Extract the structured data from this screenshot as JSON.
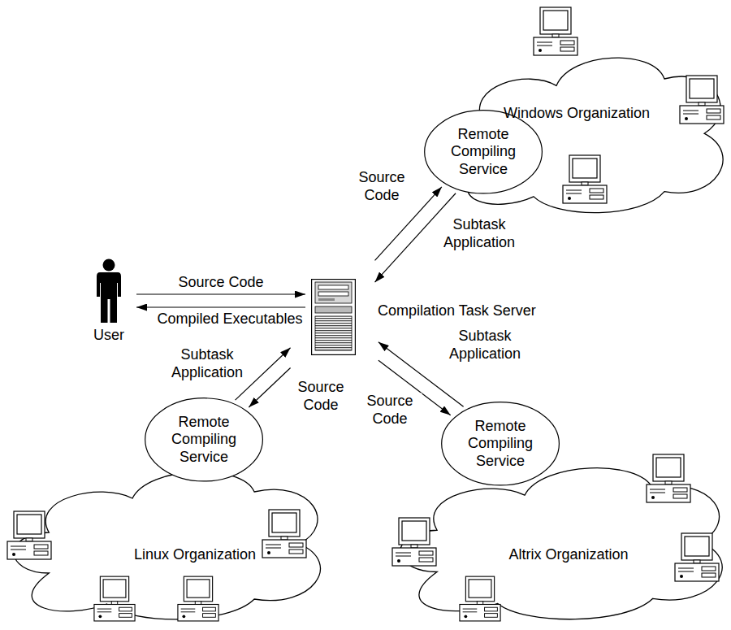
{
  "diagram": {
    "nodes": [
      {
        "text": [
          "Windows Organization"
        ]
      },
      {
        "text": [
          "Remote Compiling Service"
        ]
      },
      {
        "text": [
          "User"
        ]
      },
      {
        "text": [
          "Compilation Task Server"
        ]
      },
      {
        "text": [
          "Remote Compiling Service"
        ]
      },
      {
        "text": [
          "Linux Organization"
        ]
      },
      {
        "text": [
          "Remote Compiling Service"
        ]
      },
      {
        "text": [
          "Altrix Organization"
        ]
      }
    ],
    "edges": [
      {
        "from": 3,
        "to": 1,
        "label": "Source Code",
        "arrow": "to"
      },
      {
        "from": 1,
        "to": 3,
        "label": "Subtask Application",
        "arrow": "to"
      },
      {
        "from": 2,
        "to": 3,
        "label": "Source Code",
        "arrow": "to"
      },
      {
        "from": 3,
        "to": 2,
        "label": "Compiled Executables",
        "arrow": "to"
      },
      {
        "from": 4,
        "to": 3,
        "label": "Subtask Application",
        "arrow": "to"
      },
      {
        "from": 3,
        "to": 4,
        "label": "Source Code",
        "arrow": "to"
      },
      {
        "from": 3,
        "to": 6,
        "label": "Source Code",
        "arrow": "to"
      },
      {
        "from": 6,
        "to": 3,
        "label": "Subtask Application",
        "arrow": "to"
      }
    ]
  }
}
